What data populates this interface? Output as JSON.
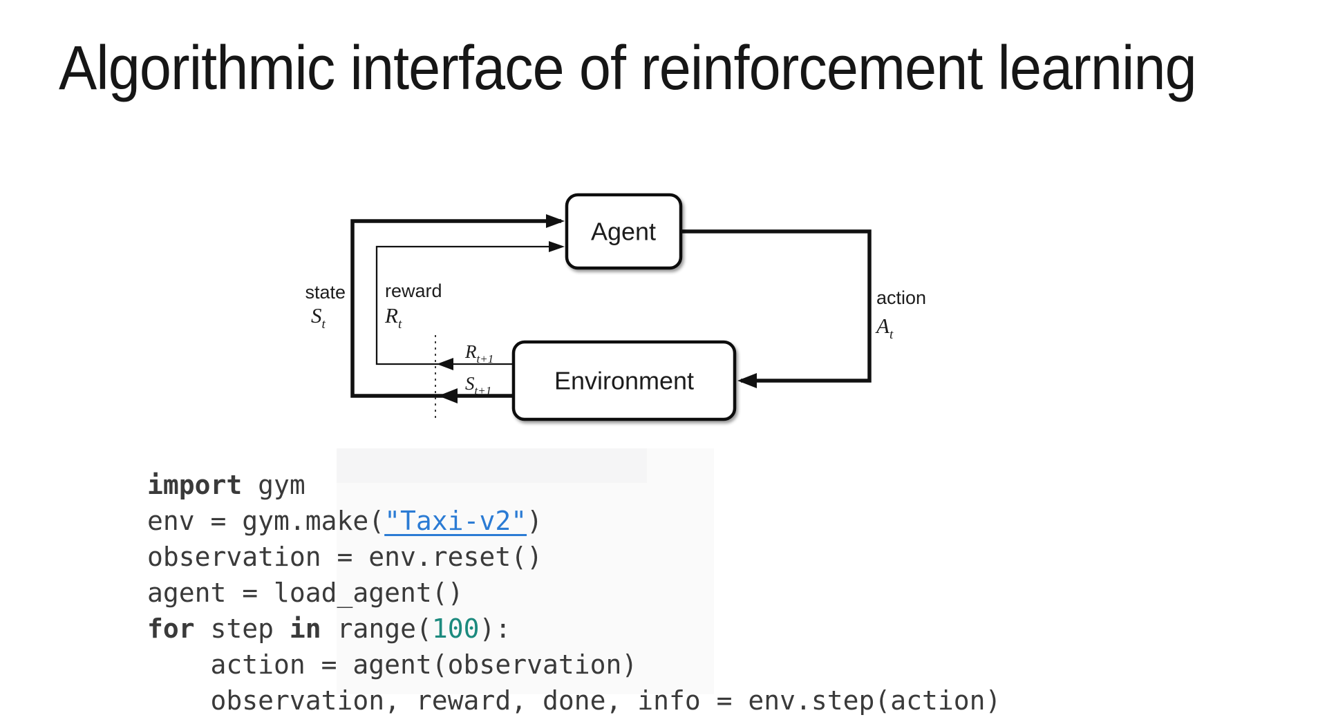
{
  "slide": {
    "title": "Algorithmic interface of reinforcement learning"
  },
  "diagram": {
    "agent_label": "Agent",
    "environment_label": "Environment",
    "state_label": "state",
    "reward_label": "reward",
    "action_label": "action",
    "state_symbol": {
      "main": "S",
      "sub": "t"
    },
    "reward_symbol": {
      "main": "R",
      "sub": "t"
    },
    "action_symbol": {
      "main": "A",
      "sub": "t"
    },
    "next_reward_symbol": {
      "main": "R",
      "sub": "t+1"
    },
    "next_state_symbol": {
      "main": "S",
      "sub": "t+1"
    },
    "stroke_color": "#111111"
  },
  "code": {
    "text_color": "#3a3a3a",
    "link_color": "#2b7bd4",
    "number_color": "#1c8a7e",
    "lines": [
      [
        {
          "t": "import",
          "s": "kw"
        },
        {
          "t": " gym",
          "s": "plain"
        }
      ],
      [
        {
          "t": "env = gym.make(",
          "s": "plain"
        },
        {
          "t": "\"Taxi-v2\"",
          "s": "link"
        },
        {
          "t": ")",
          "s": "plain"
        }
      ],
      [
        {
          "t": "observation = env.reset()",
          "s": "plain"
        }
      ],
      [
        {
          "t": "agent = load_agent()",
          "s": "plain"
        }
      ],
      [
        {
          "t": "for",
          "s": "kw"
        },
        {
          "t": " step ",
          "s": "plain"
        },
        {
          "t": "in",
          "s": "kw"
        },
        {
          "t": " range(",
          "s": "plain"
        },
        {
          "t": "100",
          "s": "num"
        },
        {
          "t": "):",
          "s": "plain"
        }
      ],
      [
        {
          "t": "    action = agent(observation)",
          "s": "plain"
        }
      ],
      [
        {
          "t": "    observation, reward, done, info = env.step(action)",
          "s": "plain"
        }
      ]
    ]
  }
}
